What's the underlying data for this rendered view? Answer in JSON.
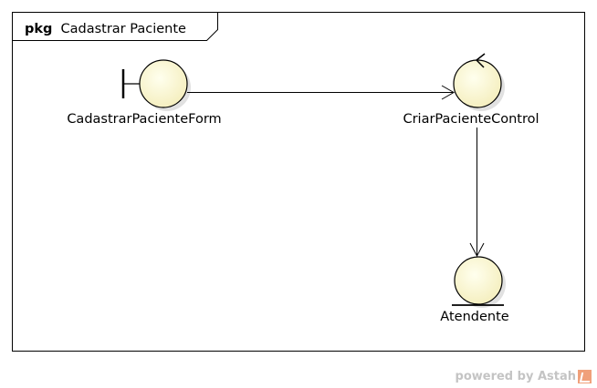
{
  "package": {
    "keyword": "pkg",
    "name": "Cadastrar Paciente"
  },
  "elements": {
    "boundary": {
      "stereotype": "boundary",
      "label": "CadastrarPacienteForm"
    },
    "control": {
      "stereotype": "control",
      "label": "CriarPacienteControl"
    },
    "entity": {
      "stereotype": "entity",
      "label": "Atendente"
    }
  },
  "connections": [
    {
      "from": "CadastrarPacienteForm",
      "to": "CriarPacienteControl",
      "style": "open-arrow"
    },
    {
      "from": "CriarPacienteControl",
      "to": "Atendente",
      "style": "open-arrow"
    }
  ],
  "watermark": {
    "text": "powered by Astah",
    "logo": "astah-logo-icon"
  },
  "colors": {
    "element_fill": "#ffffcc",
    "element_shadow": "#d9d9d9",
    "line": "#000000",
    "watermark_text": "#c4c4c4",
    "watermark_logo": "#f0a07a"
  }
}
